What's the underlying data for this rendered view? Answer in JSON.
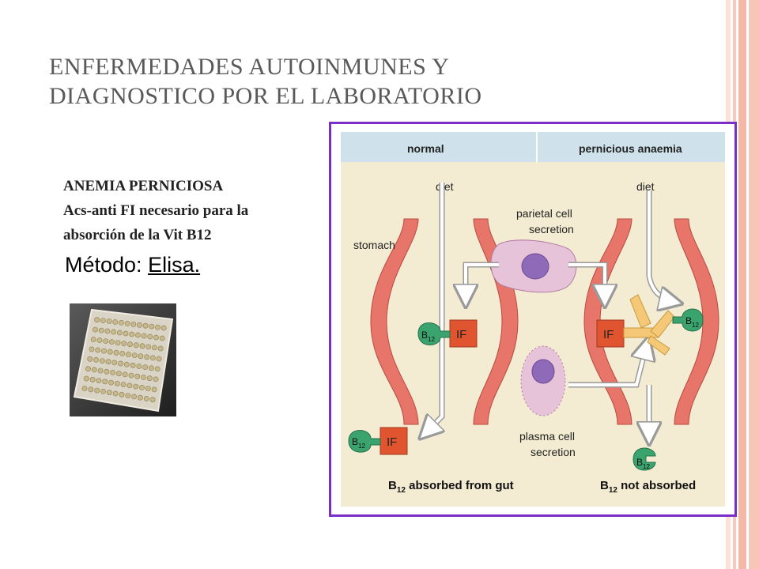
{
  "slide": {
    "title_line1": "ENFERMEDADES AUTOINMUNES Y",
    "title_line2": "DIAGNOSTICO POR EL LABORATORIO"
  },
  "content": {
    "line1": "ANEMIA PERNICIOSA",
    "line2": "Acs-anti FI necesario para la",
    "line3": "absorción de la Vit B12",
    "method_label": "Método: ",
    "method_value": "Elisa."
  },
  "figure": {
    "header_normal": "normal",
    "header_pernicious": "pernicious anaemia",
    "diet_left": "diet",
    "diet_right": "diet",
    "stomach": "stomach",
    "parietal_line1": "parietal cell",
    "parietal_line2": "secretion",
    "plasma_line1": "plasma cell",
    "plasma_line2": "secretion",
    "if_label": "IF",
    "b_label": "B",
    "b_sub": "12",
    "absorbed_suffix": " absorbed from gut",
    "not_absorbed_suffix": " not absorbed"
  },
  "colors": {
    "border": "#7a2fc8",
    "stripe_pink": "#f4b8a8",
    "stomach_wall": "#e8756a",
    "if_box": "#e0552f",
    "b12": "#3aa36e",
    "cell": "#e7c3da",
    "nucleus": "#8f6ab8",
    "antibody": "#f5c878",
    "figure_bg": "#f3ecd2"
  }
}
